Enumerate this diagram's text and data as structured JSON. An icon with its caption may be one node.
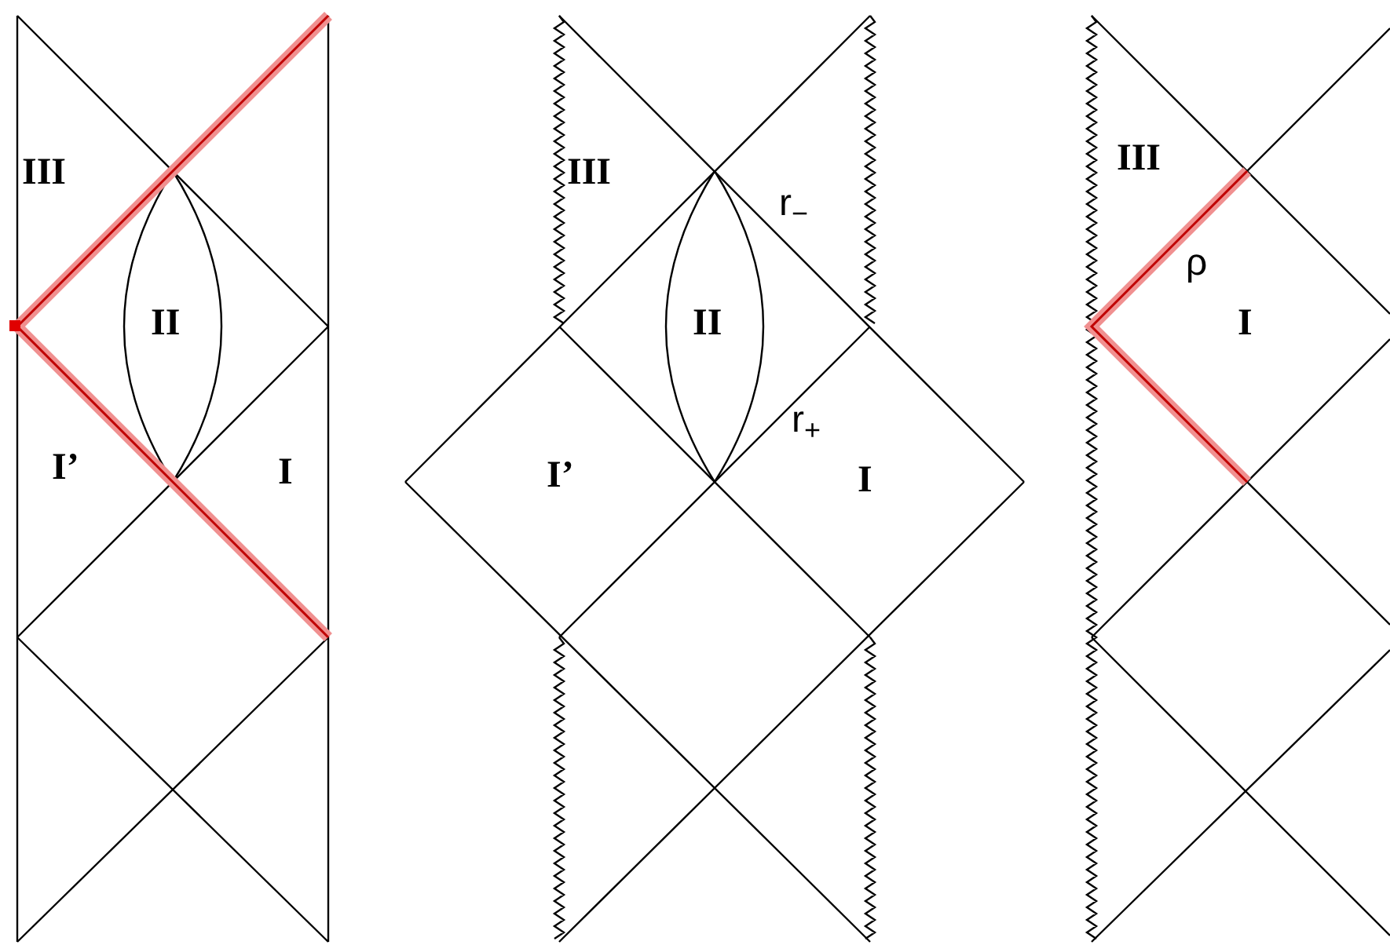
{
  "diagram": {
    "labels": [
      "III",
      "II",
      "I’",
      "I",
      "III",
      "r$_{−}$",
      "II",
      "r$_{+}$",
      "I’",
      "I",
      "III",
      "ρ",
      "I"
    ]
  }
}
